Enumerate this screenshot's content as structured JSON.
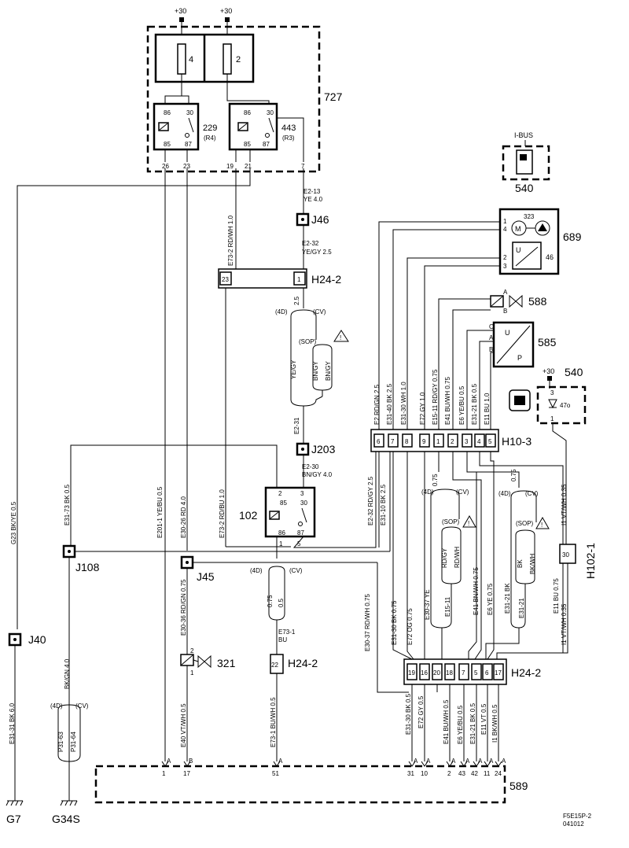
{
  "supply": {
    "plus30": "+30"
  },
  "fuse_box": {
    "id": "727",
    "fuse_a": "4",
    "fuse_b": "2"
  },
  "relay_r4": {
    "id": "229",
    "tag": "(R4)",
    "pins": {
      "p86": "86",
      "p30": "30",
      "p85": "85",
      "p87": "87"
    },
    "bottom_pins": {
      "a": "26",
      "b": "23"
    }
  },
  "relay_r3": {
    "id": "443",
    "tag": "(R3)",
    "pins": {
      "p86": "86",
      "p30": "30",
      "p85": "85",
      "p87": "87"
    },
    "bottom_pins": {
      "a": "19",
      "b": "21",
      "c": "7"
    }
  },
  "ibus": {
    "label": "I-BUS",
    "id": "540"
  },
  "splices": {
    "j46": "J46",
    "j203": "J203",
    "j108": "J108",
    "j45": "J45",
    "j40": "J40"
  },
  "conn_h24_2": {
    "name": "H24-2",
    "pin_left": "23",
    "pin_right": "1",
    "pin_22": "22"
  },
  "variants": {
    "v4d": "(4D)",
    "vcv": "(CV)",
    "sop": "(SOP)",
    "warn": "!"
  },
  "wires": {
    "e2_13": "E2-13",
    "ye_4_0": "YE  4.0",
    "e2_32": "E2-32",
    "yegy_2_5": "YE/GY  2.5",
    "e73_2_rdwh": "E73-2  RD/WH 1.0",
    "val_2_5": "2.5",
    "val_0_75": "0.75",
    "val_0_5": "0.5",
    "yegy": "YE/GY",
    "bngy_a": "BN/GY",
    "bngy_b": "BN/GY",
    "e2_31": "E2-31",
    "e2_30": "E2-30",
    "bngy_4_0": "BN/GY  4.0",
    "g23": "G23  BK/YE  0.5",
    "e31_73": "E31-73  BK  0.5",
    "e201_1": "E201-1  YE/BU  0.5",
    "e30_26": "E30-26  RD  4.0",
    "e73_2_rdbu": "E73-2  RD/BU  1.0",
    "e2_32_rdgy": "E2-32  RD/GY  2.5",
    "e31_10": "E31-10  BK  2.5",
    "e30_36": "E30-36  RD/GN  0.75",
    "e73_1_a": "E73-1",
    "bu": "BU",
    "bkgn_4_0": "BK/GN  4.0",
    "p31_63": "P31-63",
    "p31_64": "P31-64",
    "e31_31": "E31-31  BK  6.0",
    "e40": "E40  VT/WH  0.5",
    "e73_1_bu": "E73-1  BU/WH  0.5",
    "e2_rdgn": "E2  RD/GN  2.5",
    "e31_40": "E31-40  BK  2.5",
    "e31_30_wh": "E31-30  WH  1.0",
    "e72_gy": "E72  GY  1.0",
    "e15_11": "E15-11  RD/GY  0.75",
    "e41": "E41  BU/WH  0.75",
    "e6": "E6  YE/BU  0.5",
    "e31_21": "E31-21  BK  0.5",
    "e11_bu": "E11  BU  1.0",
    "i1_vtwh": "I1  VT/WH  0.35",
    "e30_37": "E30-37  RD/WH  0.75",
    "e31_30_bk": "E31-30  BK  0.75",
    "e72_og": "E72  OG  0.75",
    "e30_37_ye": "E30-37  YE",
    "e15_11_short": "E15-11",
    "rdgy": "RD/GY",
    "rdwh": "RD/WH",
    "e41_bnwh": "E41  BN/WH  0.75",
    "e6_ye": "E6  YE  0.75",
    "e31_21_bk": "E31-21  BK",
    "e31_21_short": "E31-21",
    "bk": "BK",
    "bkwh": "BK/WH",
    "e11_bu_075": "E11  BU  0.75",
    "i1_vtwh_b": "I1  VT/WH  0.35",
    "b_e31_30": "E31-30  BK  0.5",
    "b_e72": "E72  GY  0.5",
    "b_e41": "E41  BU/WH  0.5",
    "b_e6": "E6  YE/BU  0.5",
    "b_e31_21": "E31-21  BK  0.5",
    "b_e11": "E11  VT  0.5",
    "b_i1": "I1  BK/WH  0.5"
  },
  "pump_module": {
    "id": "689",
    "sub_id": "323",
    "sensor_id": "46",
    "pins": [
      "1",
      "4",
      "2",
      "3"
    ],
    "motor": "M",
    "sensor": "U"
  },
  "valve_588": {
    "id": "588",
    "pins": [
      "A",
      "B"
    ]
  },
  "sensor_585": {
    "id": "585",
    "pins": [
      "C",
      "A",
      "B"
    ],
    "u": "U",
    "p": "P"
  },
  "lamp_540": {
    "supply": "+30",
    "id": "540",
    "pin3": "3",
    "pin1": "1",
    "code": "47o"
  },
  "conn_h10_3": {
    "name": "H10-3",
    "pins": [
      "6",
      "7",
      "8",
      "9",
      "1",
      "2",
      "3",
      "4",
      "5"
    ]
  },
  "relay_102": {
    "id": "102",
    "pins": {
      "p2": "2",
      "p3": "3",
      "p85": "85",
      "p30": "30",
      "p86": "86",
      "p87": "87",
      "p1": "1",
      "p5": "5"
    }
  },
  "conn_h102_1": {
    "name": "H102-1",
    "pin": "30"
  },
  "valve_321": {
    "id": "321",
    "pin2": "2",
    "pin1": "1"
  },
  "conn_h24_2b": {
    "name": "H24-2",
    "pins": [
      "19",
      "16",
      "20",
      "18",
      "7",
      "5",
      "6",
      "17"
    ]
  },
  "ecu_589": {
    "id": "589",
    "pin_letters": [
      "A",
      "B",
      "A",
      "A",
      "A",
      "A",
      "A",
      "A",
      "A",
      "A"
    ],
    "pins": [
      "1",
      "17",
      "51",
      "31",
      "10",
      "2",
      "43",
      "42",
      "11",
      "24"
    ]
  },
  "grounds": {
    "g7": "G7",
    "g34s": "G34S"
  },
  "footer": {
    "code1": "F5E15P-2",
    "code2": "041012"
  }
}
